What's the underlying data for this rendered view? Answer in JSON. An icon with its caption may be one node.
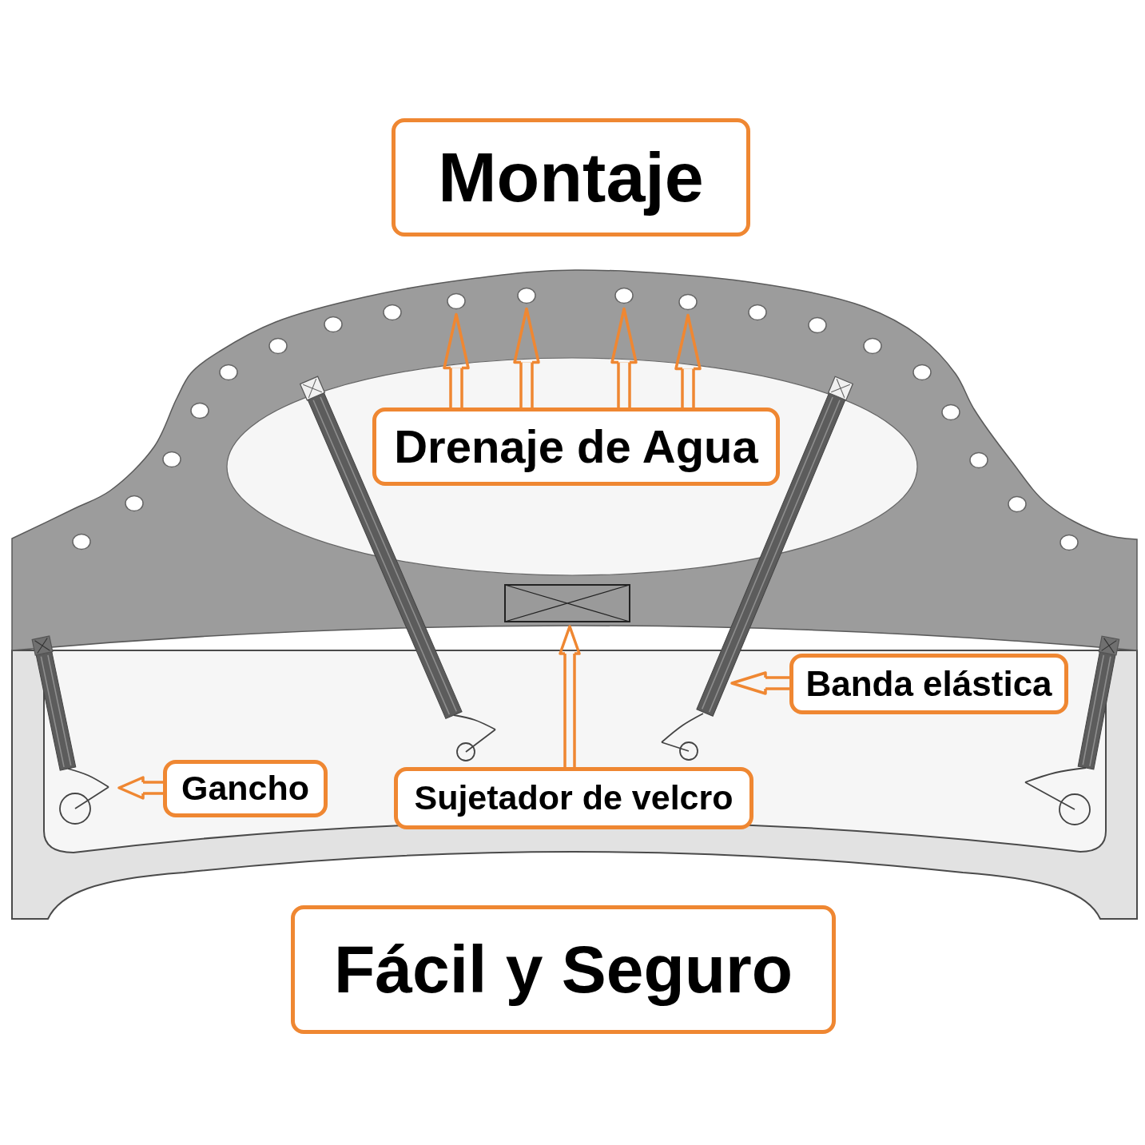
{
  "diagram": {
    "nodes": [
      {
        "text": [
          "Montaje"
        ]
      },
      {
        "text": [
          "Drenaje de Agua"
        ]
      },
      {
        "text": [],
        "shape": "circle"
      },
      {
        "text": [],
        "shape": "circle"
      },
      {
        "text": [],
        "shape": "circle"
      },
      {
        "text": [],
        "shape": "circle"
      },
      {
        "text": [
          "Banda elástica"
        ]
      },
      {
        "text": [],
        "shape": "bar"
      },
      {
        "text": [
          "Gancho"
        ]
      },
      {
        "text": [],
        "shape": "hook"
      },
      {
        "text": [
          "Sujetador de velcro"
        ]
      },
      {
        "text": [],
        "shape": "box"
      },
      {
        "text": [
          "Fácil y Seguro"
        ]
      }
    ],
    "edges": [
      {
        "from": 1,
        "to": 2,
        "arrow": "to"
      },
      {
        "from": 1,
        "to": 3,
        "arrow": "to"
      },
      {
        "from": 1,
        "to": 4,
        "arrow": "to"
      },
      {
        "from": 1,
        "to": 5,
        "arrow": "to"
      },
      {
        "from": 6,
        "to": 7,
        "arrow": "to"
      },
      {
        "from": 8,
        "to": 9,
        "arrow": "to"
      },
      {
        "from": 10,
        "to": 11,
        "arrow": "to"
      }
    ]
  }
}
